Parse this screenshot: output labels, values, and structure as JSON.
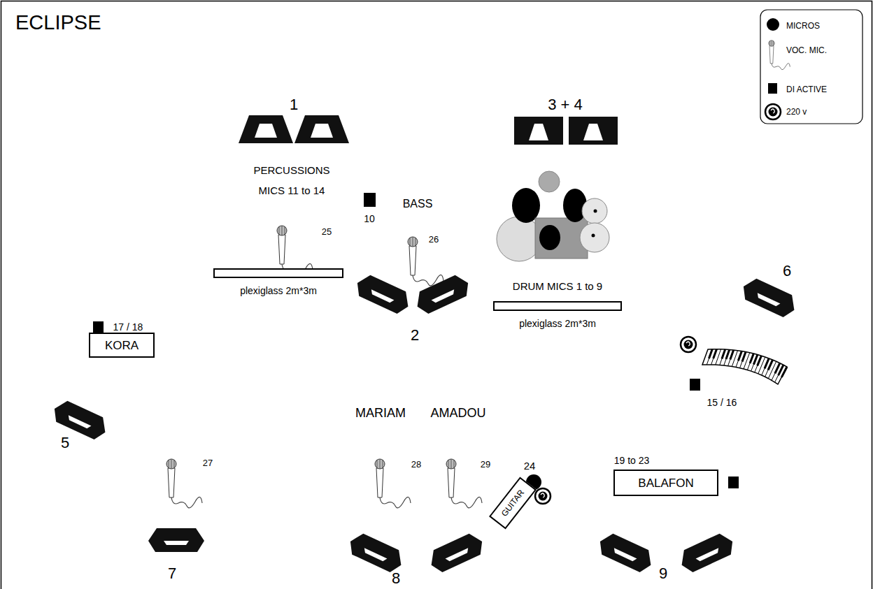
{
  "diagram": {
    "title": "ECLIPSE",
    "nodes": [
      {
        "text": [
          "KORA"
        ]
      },
      {
        "text": [
          "BALAFON"
        ]
      },
      {
        "text": [
          "GUITAR"
        ]
      }
    ],
    "labels": [
      "1",
      "PERCUSSIONS",
      "MICS 11 to 14",
      "25",
      "plexiglass 2m*3m",
      "10",
      "BASS",
      "26",
      "2",
      "3 + 4",
      "DRUM MICS 1 to 9",
      "plexiglass 2m*3m",
      "6",
      "17 / 18",
      "5",
      "15 / 16",
      "MARIAM",
      "AMADOU",
      "27",
      "28",
      "29",
      "24",
      "19 to 23",
      "7",
      "8",
      "9"
    ],
    "legend": [
      {
        "text": "MICROS"
      },
      {
        "text": "VOC. MIC."
      },
      {
        "text": "DI  ACTIVE"
      },
      {
        "text": "220 v"
      }
    ]
  }
}
